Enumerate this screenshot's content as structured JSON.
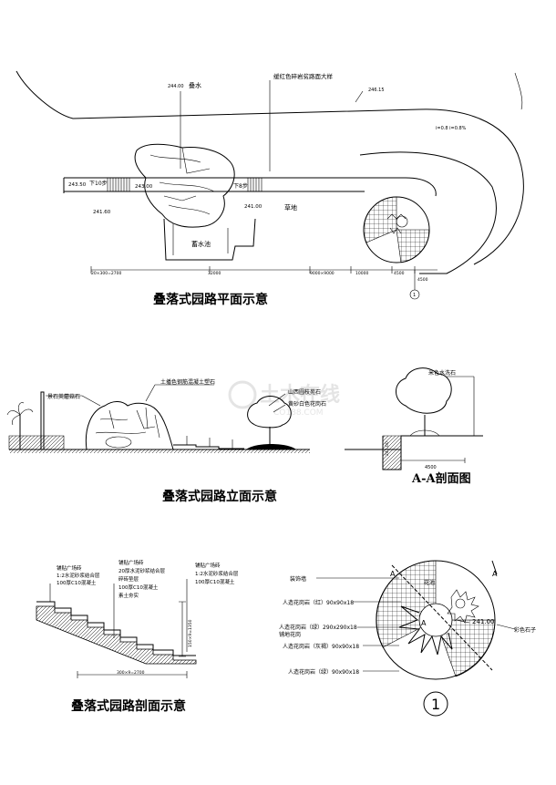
{
  "titles": {
    "plan": "叠落式园路平面示意",
    "elevation": "叠落式园路立面示意",
    "section_aa": "A-A剖面图",
    "section": "叠落式园路剖面示意"
  },
  "plan": {
    "labels": {
      "cascade": "叠水",
      "paving_note": "缓红色碎岩贫路面大样",
      "step_down": "下10步",
      "step_down2": "下8步",
      "lawn": "草地",
      "pool": "蓄水池",
      "slope": "i=0.8 i=0.8%"
    },
    "levels": {
      "l1": "243.50",
      "l2": "243.00",
      "l3": "241.60",
      "l4": "241.00",
      "top_left": "244.00",
      "top_right": "246.15"
    },
    "dims": {
      "d1": "20×300=2700",
      "d2": "32000",
      "d3": "9000×9000",
      "d4": "10000",
      "d5": "4500",
      "d6": "4500"
    },
    "ref": "1"
  },
  "elevation": {
    "labels": {
      "rock_left": "景石英蘑菇石",
      "rock_top": "土播色钢筋混凝土塑石",
      "tree1": "山西圆枝苑石",
      "tree2": "黄砂白色花岗石"
    }
  },
  "section_aa": {
    "labels": {
      "top": "米色水洗石",
      "dim": "4500",
      "level": "241.00"
    }
  },
  "section": {
    "labels": {
      "a1": "铺贴广场砖",
      "a2": "1:2水泥砂浆结合层",
      "a3": "100厚C10混凝土",
      "b1": "铺贴广场砖",
      "b2": "20厚水泥砂浆结合层",
      "b3": "碎砖垫层",
      "b4": "100厚C10混凝土",
      "b5": "素土夯实",
      "c1": "铺贴广场砖",
      "c2": "1:2水泥砂浆结合层",
      "c3": "100厚C10混凝土"
    },
    "dims": {
      "bottom": "300×9=2700",
      "side": "150×9=1350"
    }
  },
  "detail": {
    "labels": {
      "decor": "装饰墙",
      "plant": "花池",
      "r1": "人造花岗岩（红）90x90x18",
      "r2": "人造花岗岩（绿）290x290x18",
      "r2b": "铺地花岗",
      "r3": "人造花岗岩（灰褐）90x90x18",
      "r4": "人造花岗岩（绿）90x90x18",
      "level": "241.00",
      "pebble": "彩色石子",
      "sec_a": "A",
      "sec_a2": "A",
      "sec_a3": "A"
    },
    "number": "1"
  },
  "watermark": {
    "main": "土木在线",
    "sub": "CO188.COM"
  }
}
